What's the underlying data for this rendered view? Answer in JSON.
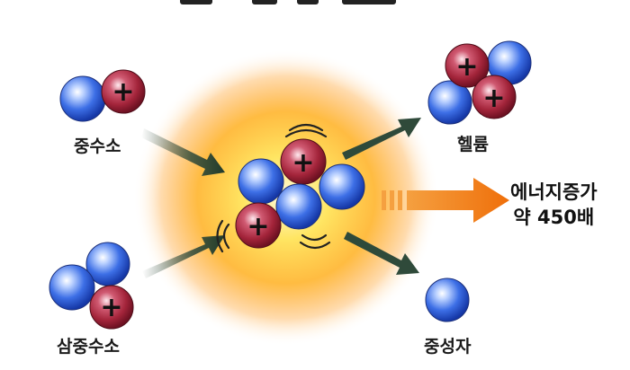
{
  "labels": {
    "deuterium": "중수소",
    "tritium": "삼중수소",
    "helium": "헬륨",
    "neutron": "중성자",
    "energy_line1": "에너지증가",
    "energy_line2": "약 450배"
  },
  "symbols": {
    "proton": "+"
  },
  "colors": {
    "proton": "#a3243a",
    "neutron": "#2f5fd6",
    "glow": "#ff9a1a",
    "arrow_dark": "#2f4a3a",
    "arrow_energy": "#f27f12",
    "text": "#1a1a1a"
  }
}
